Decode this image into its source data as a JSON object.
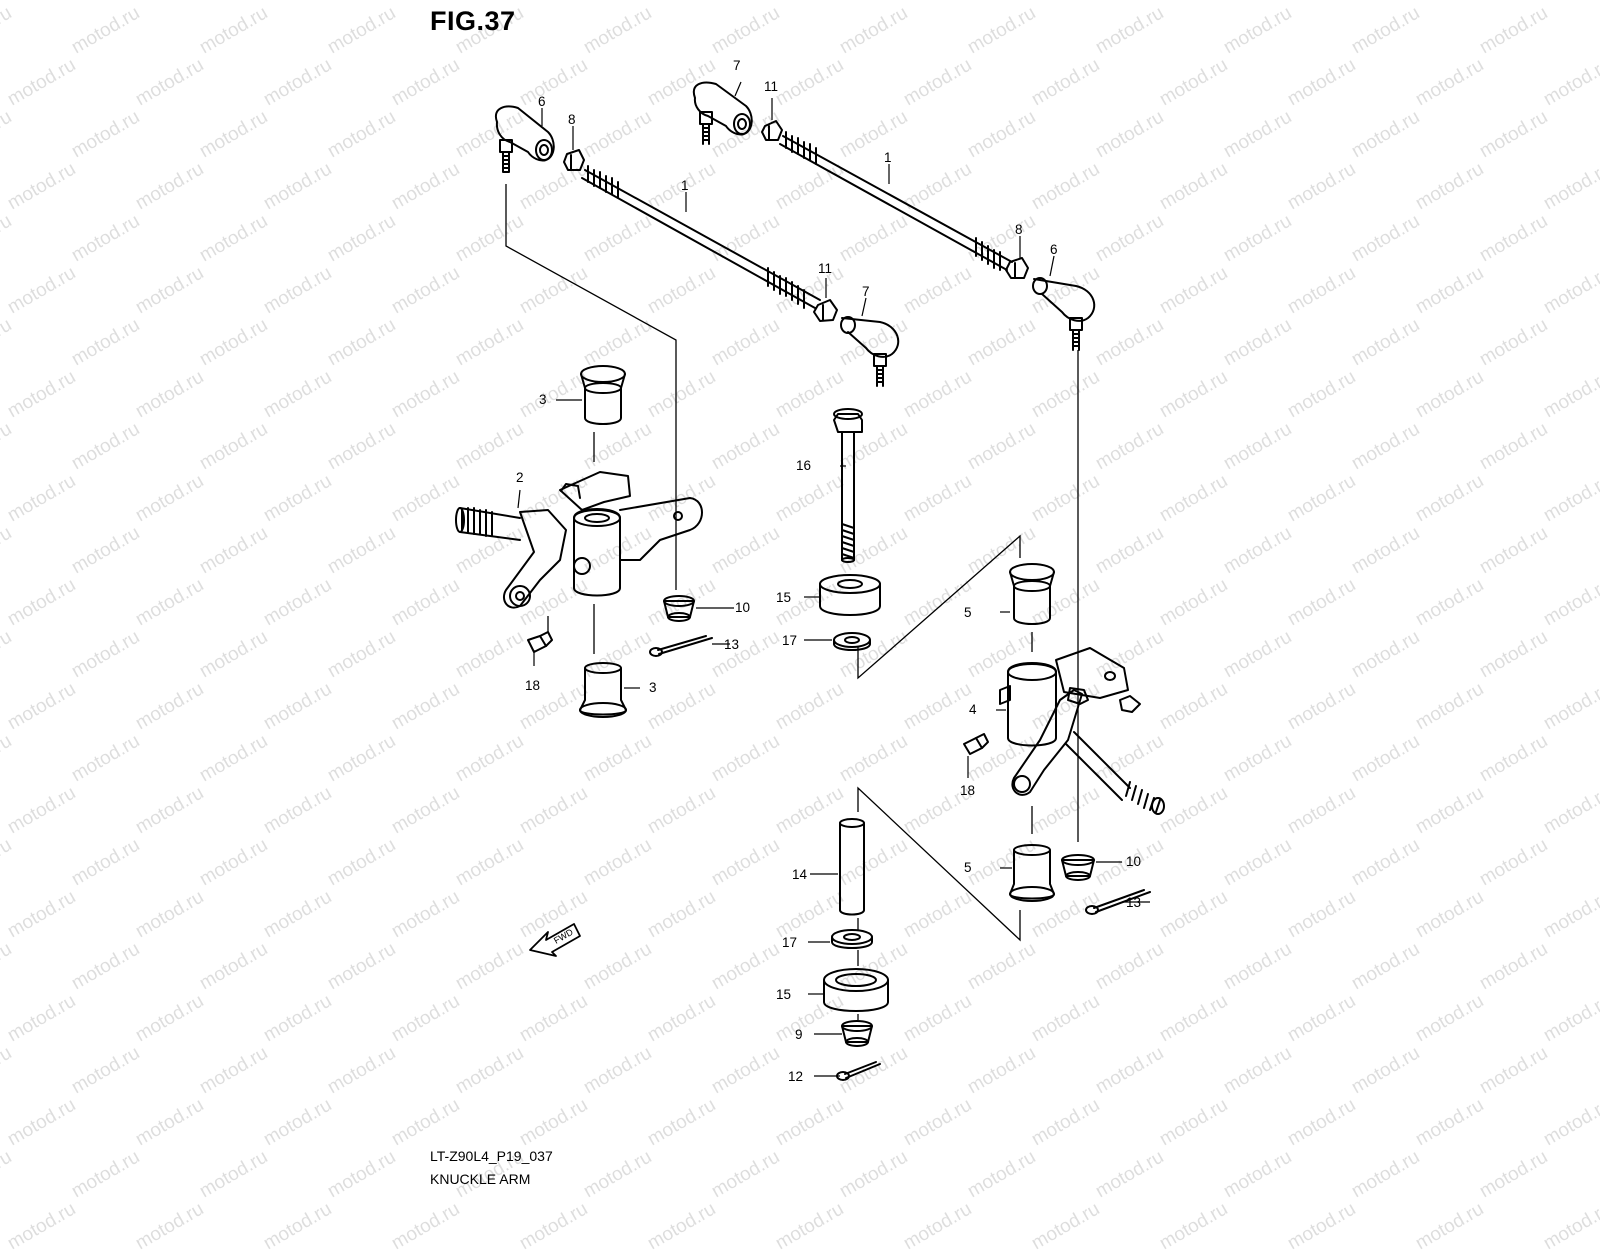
{
  "figure": {
    "title": "FIG.37",
    "code": "LT-Z90L4_P19_037",
    "name": "KNUCKLE ARM",
    "watermark": "motod.ru",
    "fwd_label": "FWD"
  },
  "callouts": [
    "1",
    "1",
    "2",
    "3",
    "3",
    "4",
    "5",
    "5",
    "6",
    "6",
    "7",
    "7",
    "8",
    "8",
    "9",
    "10",
    "10",
    "11",
    "11",
    "12",
    "13",
    "13",
    "14",
    "15",
    "15",
    "16",
    "17",
    "17",
    "18",
    "18"
  ],
  "colors": {
    "ink": "#000000",
    "paper": "#ffffff"
  }
}
